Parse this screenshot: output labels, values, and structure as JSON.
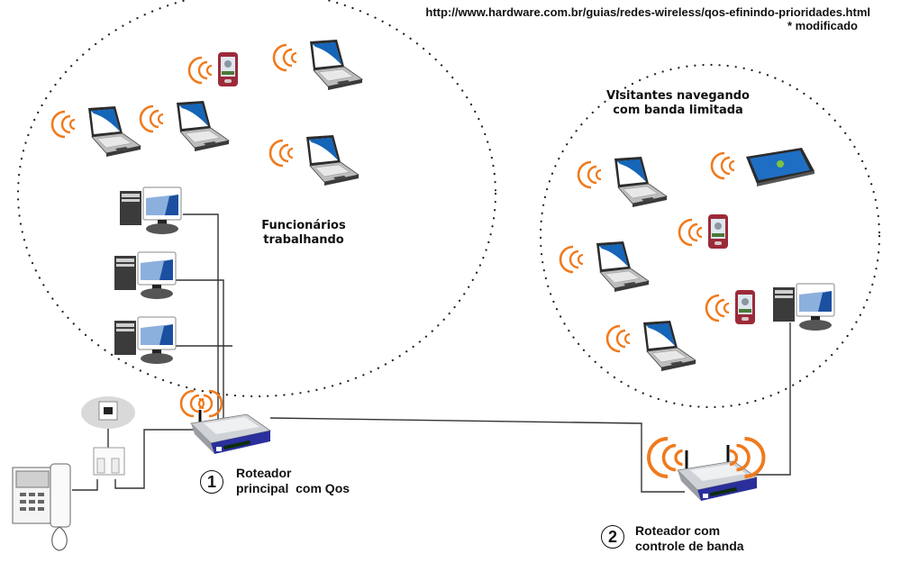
{
  "source": {
    "url": "http://www.hardware.com.br/guias/redes-wireless/qos-efinindo-prioridades.html",
    "note": "* modificado"
  },
  "zones": [
    {
      "id": "employees",
      "label_line1": "Funcionários",
      "label_line2": "trabalhando",
      "devices": [
        {
          "type": "laptop",
          "wireless": true
        },
        {
          "type": "laptop",
          "wireless": true
        },
        {
          "type": "phone",
          "wireless": true
        },
        {
          "type": "laptop",
          "wireless": true
        },
        {
          "type": "laptop",
          "wireless": true
        },
        {
          "type": "desktop",
          "wireless": false
        },
        {
          "type": "desktop",
          "wireless": false
        },
        {
          "type": "desktop",
          "wireless": false
        }
      ]
    },
    {
      "id": "visitors",
      "label_line1": "Visitantes navegando",
      "label_line2": "com banda limitada",
      "devices": [
        {
          "type": "laptop",
          "wireless": true
        },
        {
          "type": "tablet",
          "wireless": true
        },
        {
          "type": "phone",
          "wireless": true
        },
        {
          "type": "laptop",
          "wireless": true
        },
        {
          "type": "phone",
          "wireless": true
        },
        {
          "type": "laptop",
          "wireless": true
        },
        {
          "type": "desktop",
          "wireless": false
        }
      ]
    }
  ],
  "routers": [
    {
      "number": "1",
      "label_line1": "Roteador",
      "label_line2": "principal  com Qos"
    },
    {
      "number": "2",
      "label_line1": "Roteador com",
      "label_line2": "controle de banda"
    }
  ],
  "telephony": {
    "items": [
      "wall-jack",
      "splitter",
      "telephone"
    ]
  },
  "colors": {
    "signal": "#f07a1c",
    "screen_blue": "#1565b8",
    "router_blue": "#2a2f9c",
    "phone_red": "#9c2a3a",
    "dots": "#222222"
  }
}
